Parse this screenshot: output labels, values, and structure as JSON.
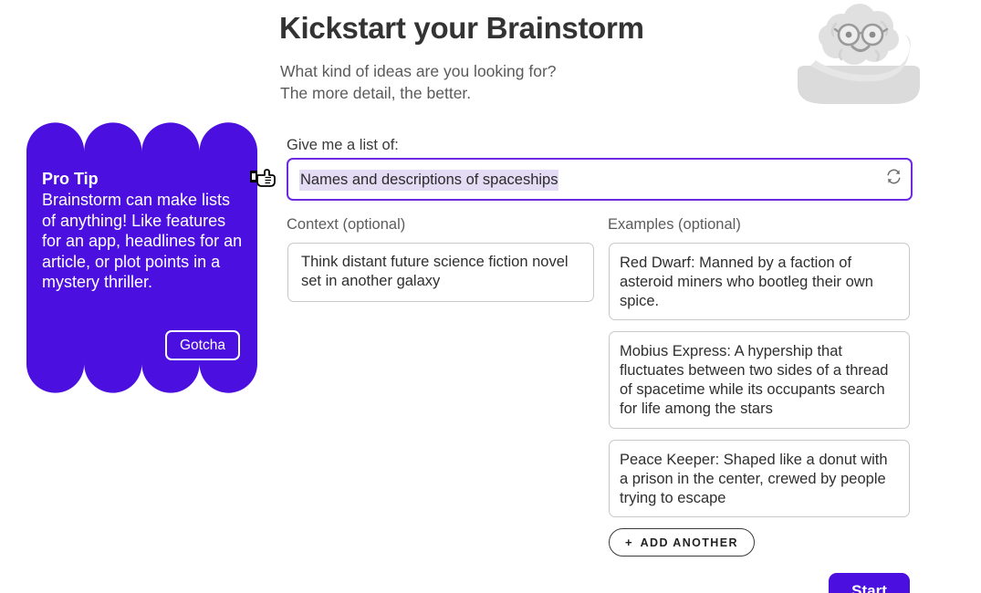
{
  "header": {
    "title": "Kickstart your Brainstorm",
    "subtitle_line1": "What kind of ideas are you looking for?",
    "subtitle_line2": "The more detail, the better.",
    "mascot_icon": "brain-mascot-icon"
  },
  "pro_tip": {
    "title": "Pro Tip",
    "body": "Brainstorm can make lists of anything! Like features for an app, headlines for an article, or plot points in a mystery thriller.",
    "dismiss_label": "Gotcha",
    "cursor_icon": "pointing-hand-cursor-icon"
  },
  "form": {
    "prompt_label": "Give me a list of:",
    "prompt_value": "Names and descriptions of spaceships",
    "prompt_placeholder": "Names and descriptions of spaceships",
    "refresh_icon": "refresh-shuffle-icon",
    "context_label": "Context (optional)",
    "context_value": "Think distant future science fiction novel set in another galaxy",
    "context_placeholder": "Context (optional)",
    "examples_label": "Examples (optional)",
    "examples": [
      "Red Dwarf: Manned by a faction of asteroid miners who bootleg their own spice.",
      "Mobius Express: A hypership that fluctuates between two sides of a thread of spacetime while its occupants search for life among the stars",
      "Peace Keeper: Shaped like a donut with a prison in the center, crewed by people trying to escape"
    ],
    "add_another_label": "ADD ANOTHER",
    "add_another_plus": "+",
    "start_label": "Start"
  },
  "colors": {
    "brand_purple": "#4b0fdf",
    "input_border_purple": "#6b2be0",
    "selection_highlight": "#e3dcf4",
    "mascot_grey": "#dcdcdc",
    "box_border": "#c9c9c9"
  }
}
